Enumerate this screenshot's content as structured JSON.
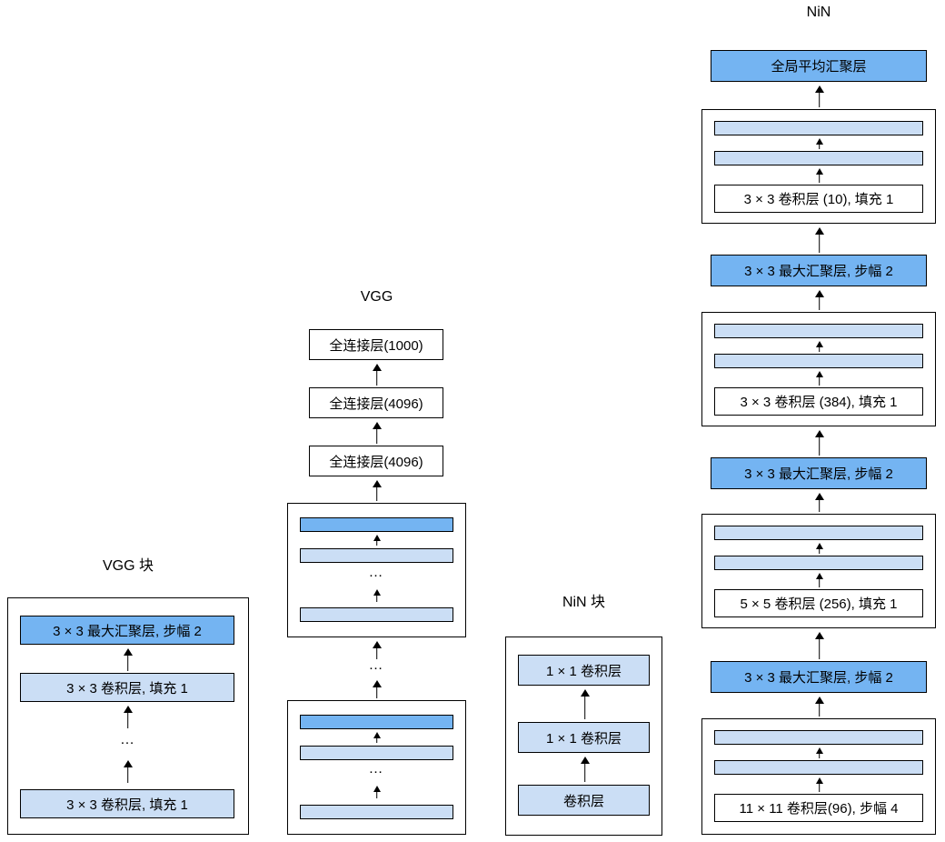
{
  "diagram": {
    "dots": "…",
    "colors": {
      "pool": "#74b4f2",
      "conv": "#cbdef5",
      "box_bg": "#ffffff",
      "line": "#000000"
    },
    "vgg_block": {
      "title": "VGG 块",
      "maxpool_label": "3 × 3 最大汇聚层, 步幅 2",
      "conv_label_top": "3 × 3 卷积层, 填充 1",
      "conv_label_bottom": "3 × 3 卷积层, 填充 1"
    },
    "vgg": {
      "title": "VGG",
      "fc_labels": [
        "全连接层(1000)",
        "全连接层(4096)",
        "全连接层(4096)"
      ]
    },
    "nin_block": {
      "title": "NiN 块",
      "layers": [
        "1 × 1 卷积层",
        "1 × 1 卷积层",
        "卷积层"
      ]
    },
    "nin": {
      "title": "NiN",
      "global_pool_label": "全局平均汇聚层",
      "maxpool_labels": [
        "3 × 3 最大汇聚层, 步幅 2",
        "3 × 3 最大汇聚层, 步幅 2",
        "3 × 3 最大汇聚层, 步幅 2"
      ],
      "conv_labels": [
        "3 × 3 卷积层 (10), 填充 1",
        "3 × 3 卷积层 (384), 填充 1",
        "5 × 5 卷积层 (256), 填充 1",
        "11 × 11 卷积层(96), 步幅 4"
      ]
    }
  }
}
